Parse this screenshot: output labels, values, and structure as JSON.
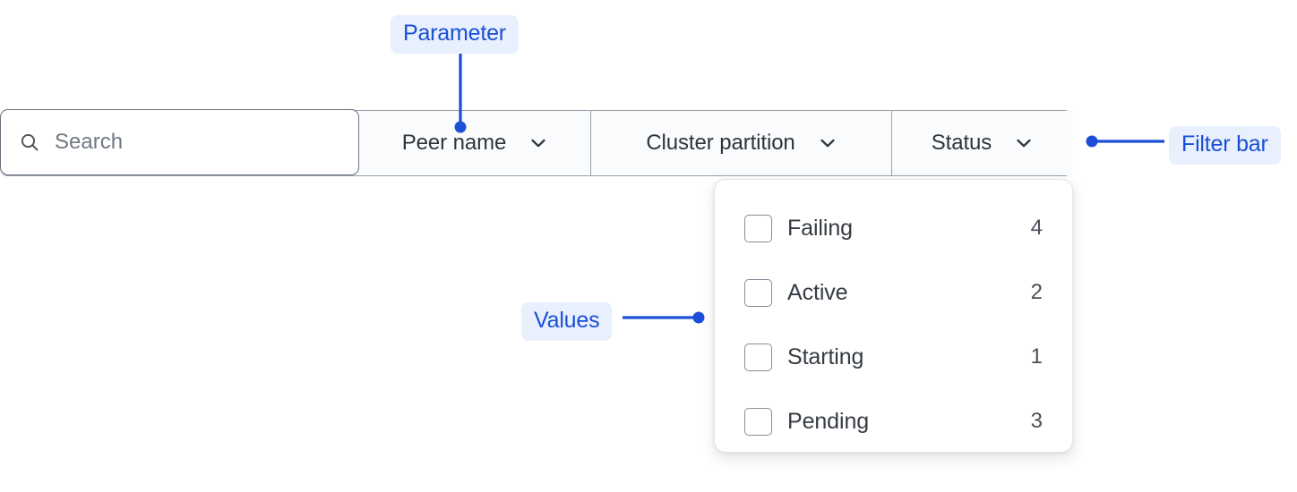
{
  "filter_bar": {
    "search": {
      "placeholder": "Search",
      "value": "",
      "icon": "search-icon"
    },
    "segments": [
      {
        "label": "Peer name",
        "icon": "chevron-down-icon"
      },
      {
        "label": "Cluster partition",
        "icon": "chevron-down-icon"
      },
      {
        "label": "Status",
        "icon": "chevron-down-icon"
      }
    ]
  },
  "dropdown": {
    "open_for": "Status",
    "options": [
      {
        "label": "Failing",
        "count": "4",
        "checked": false
      },
      {
        "label": "Active",
        "count": "2",
        "checked": false
      },
      {
        "label": "Starting",
        "count": "1",
        "checked": false
      },
      {
        "label": "Pending",
        "count": "3",
        "checked": false
      }
    ]
  },
  "annotations": {
    "parameter": "Parameter",
    "values": "Values",
    "filter_bar": "Filter bar"
  },
  "colors": {
    "annotation_text": "#1a4fd6",
    "annotation_bg": "#e8effd",
    "connector": "#1a4fd6",
    "bar_border": "#9aa0ab",
    "search_border": "#6b7280",
    "segment_bg": "#fafbfc",
    "panel_border": "#e3e5e9",
    "text_primary": "#2f333b",
    "placeholder": "#707883"
  }
}
